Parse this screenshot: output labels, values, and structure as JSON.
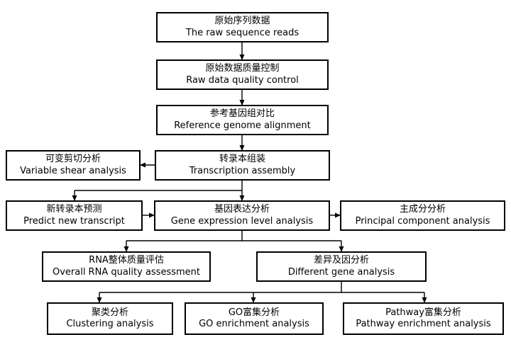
{
  "colors": {
    "stroke": "#000000",
    "fill": "#ffffff",
    "text": "#000000"
  },
  "nodes": {
    "raw_reads": {
      "zh": "原始序列数据",
      "en": "The raw sequence reads"
    },
    "qc": {
      "zh": "原始数据质量控制",
      "en": "Raw data quality control"
    },
    "alignment": {
      "zh": "参考基因组对比",
      "en": "Reference genome alignment"
    },
    "assembly": {
      "zh": "转录本组装",
      "en": "Transcription assembly"
    },
    "splicing": {
      "zh": "可变剪切分析",
      "en": "Variable shear analysis"
    },
    "predict": {
      "zh": "新转录本预测",
      "en": "Predict new transcript"
    },
    "expression": {
      "zh": "基因表达分析",
      "en": "Gene expression level analysis"
    },
    "pca": {
      "zh": "主成分分析",
      "en": "Principal component analysis"
    },
    "rna_quality": {
      "zh": "RNA整体质量评估",
      "en": "Overall RNA quality assessment"
    },
    "deg": {
      "zh": "差异及因分析",
      "en": "Different gene analysis"
    },
    "clustering": {
      "zh": "聚类分析",
      "en": "Clustering analysis"
    },
    "go": {
      "zh": "GO富集分析",
      "en": "GO enrichment analysis"
    },
    "pathway": {
      "zh": "Pathway富集分析",
      "en": "Pathway enrichment analysis"
    }
  },
  "edges": [
    {
      "from": "raw_reads",
      "to": "qc"
    },
    {
      "from": "qc",
      "to": "alignment"
    },
    {
      "from": "alignment",
      "to": "assembly"
    },
    {
      "from": "assembly",
      "to": "splicing"
    },
    {
      "from": "assembly",
      "to": "predict"
    },
    {
      "from": "assembly",
      "to": "expression"
    },
    {
      "from": "predict",
      "to": "expression"
    },
    {
      "from": "expression",
      "to": "pca"
    },
    {
      "from": "expression",
      "to": "rna_quality"
    },
    {
      "from": "expression",
      "to": "deg"
    },
    {
      "from": "deg",
      "to": "clustering"
    },
    {
      "from": "deg",
      "to": "go"
    },
    {
      "from": "deg",
      "to": "pathway"
    }
  ]
}
